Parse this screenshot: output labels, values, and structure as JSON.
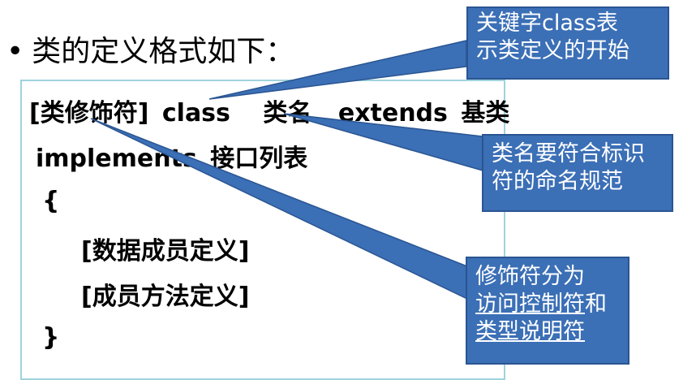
{
  "heading": {
    "bullet": "•",
    "text": "类的定义格式如下："
  },
  "code": {
    "line1": {
      "modifier": "[类修饰符]",
      "kw_class": "class",
      "class_name": "类名",
      "kw_extends": "extends",
      "base": "基类"
    },
    "line2": {
      "kw_implements": "implements",
      "interfaces": "接口列表"
    },
    "open_brace": "{",
    "data_members": "[数据成员定义]",
    "methods": "[成员方法定义]",
    "close_brace": "}"
  },
  "callouts": {
    "class_keyword": {
      "line1": "关键字class表",
      "line2": "示类定义的开始"
    },
    "class_name": {
      "line1": "类名要符合标识",
      "line2": "符的命名规范"
    },
    "modifier": {
      "line1": "修饰符分为",
      "line2_link": "访问控制符",
      "line2_tail": "和",
      "line3_link": "类型说明符"
    }
  },
  "colors": {
    "callout_fill": "#3b6fb6",
    "callout_border": "#2a5591",
    "box_border": "#9fd3dd"
  }
}
